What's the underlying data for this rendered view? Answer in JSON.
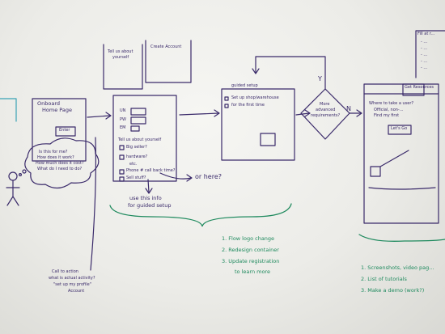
{
  "colors": {
    "purple_ink": "#3a2a6a",
    "green_ink": "#1f8a5e",
    "board": "#f2f2ef"
  },
  "left": {
    "title_line1": "Onboard",
    "title_line2": "Home Page",
    "button": "Enter",
    "thought_lines": [
      "Is this for me?",
      "How does it work?",
      "How much does it cost?",
      "What do I need to do?"
    ],
    "bottom_note_lines": [
      "Call to action",
      "what is actual activity?",
      "\"set up my profile\"",
      "Account"
    ]
  },
  "signup": {
    "top_box1_lines": [
      "Tell us about",
      "yourself"
    ],
    "top_box2": "Create Account",
    "fields": [
      "UN",
      "PW",
      "EM"
    ],
    "tell_heading": "Tell us about yourself",
    "options": [
      "Big seller?",
      "hardware?",
      "etc.",
      "Phone # call back time?",
      "Sell stuff?"
    ],
    "or_here": "or here?",
    "use_info_lines": [
      "use this info",
      "for guided setup"
    ]
  },
  "guided": {
    "label": "guided setup",
    "step_line1": "Set up shop/warehouse",
    "step_line2": "for the first time"
  },
  "decision": {
    "lines": [
      "More",
      "advanced",
      "requirements?"
    ],
    "yes": "Y",
    "no": "N"
  },
  "right": {
    "question": "Where to take a user?",
    "bullets": [
      "Official, non-...",
      "Find my first"
    ],
    "button": "Let's Go",
    "badge": "Get Resources",
    "fill_title": "Fill at r...",
    "fill_items": [
      "- ...",
      "- ...",
      "- ...",
      "- ...",
      "- ..."
    ]
  },
  "green_center": [
    "1. Flow logo change",
    "2. Redesign container",
    "3. Update registration",
    "to learn more"
  ],
  "green_right": [
    "1. Screenshots, video pag...",
    "2. List of tutorials",
    "3. Make a demo (work?)"
  ]
}
